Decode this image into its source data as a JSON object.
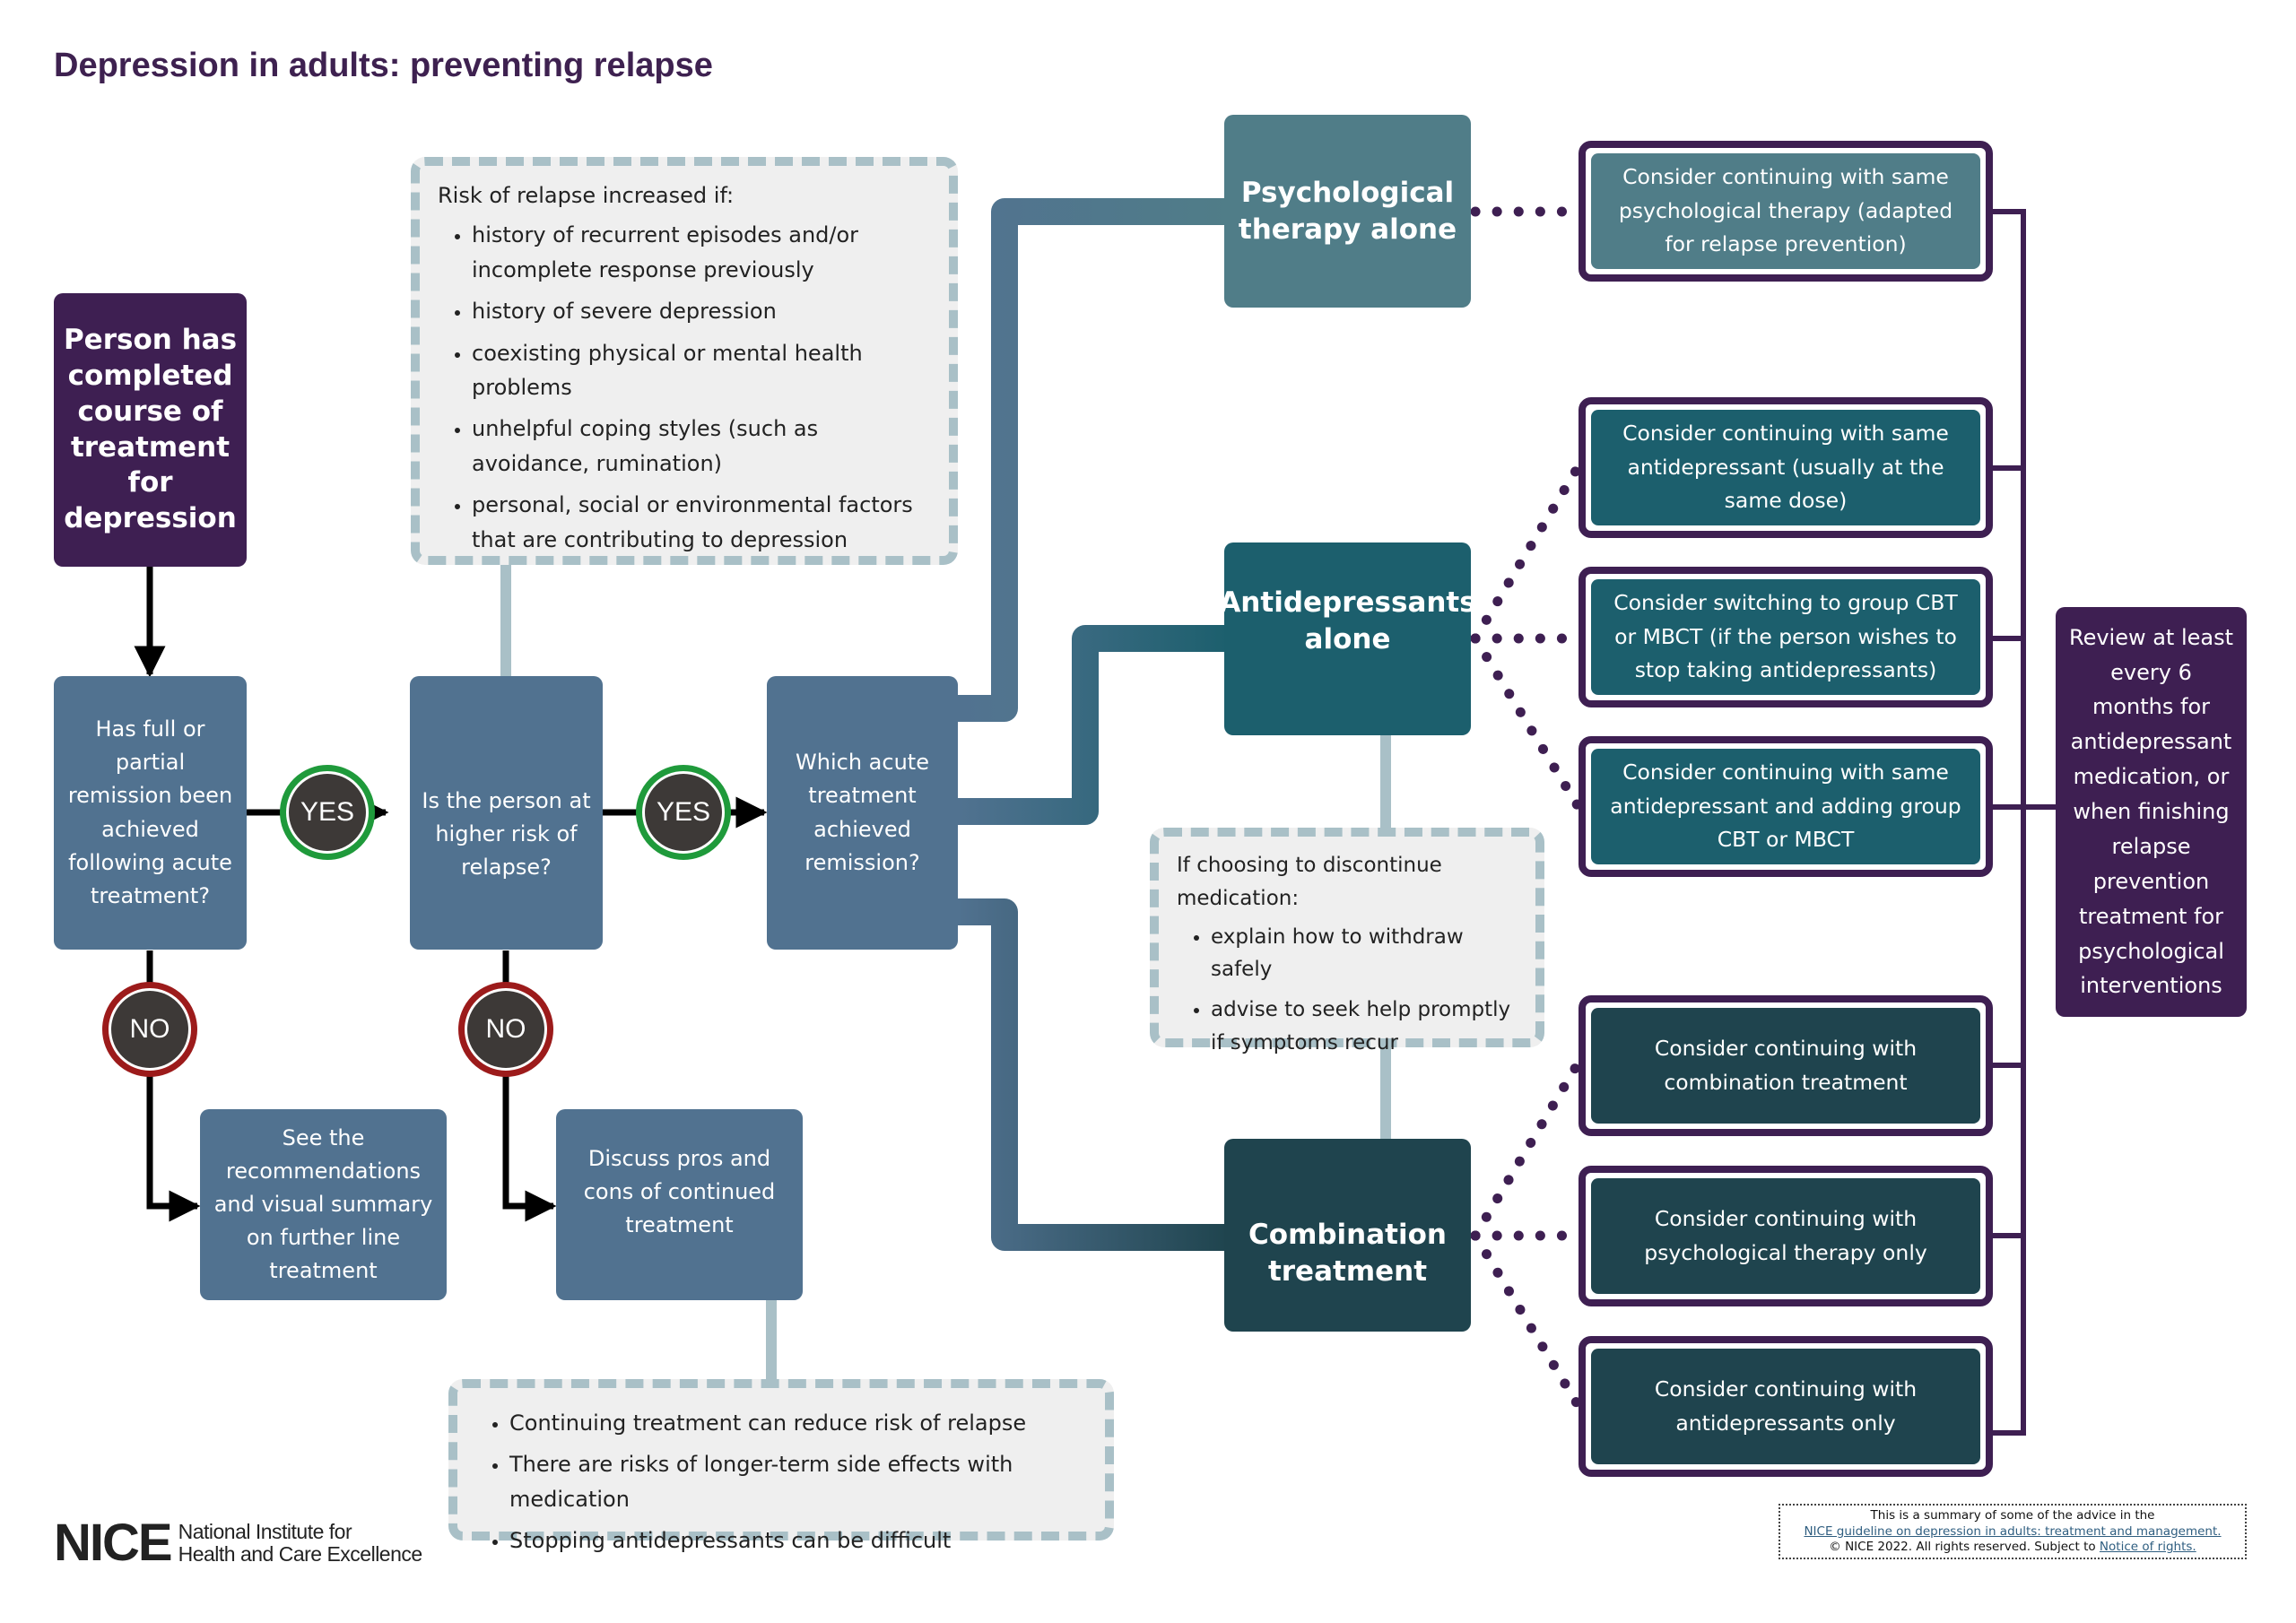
{
  "title": "Depression in adults: preventing relapse",
  "colors": {
    "title": "#3e2150",
    "purple": "#3e1f52",
    "slate_blue": "#517290",
    "teal_light": "#507d88",
    "teal_mid": "#1c5f6d",
    "teal_dark": "#1f444e",
    "yes_ring": "#1f9a3b",
    "no_ring": "#9c1b1b",
    "note_border": "#a9c0c7"
  },
  "start": "Person has completed course of treatment for depression",
  "decisions": {
    "remission": "Has full or partial remission been achieved following acute treatment?",
    "higher_risk": "Is the person at higher risk of relapse?",
    "which_treatment": "Which acute treatment achieved remission?"
  },
  "badges": {
    "yes": "YES",
    "no": "NO"
  },
  "no_outcomes": {
    "further_line": "See the recommendations and visual summary on further line treatment",
    "discuss": "Discuss pros and cons of continued treatment"
  },
  "risk_note": {
    "heading": "Risk of relapse increased if:",
    "items": [
      "history of recurrent episodes and/or incomplete response previously",
      "history of severe depression",
      "coexisting physical or mental health problems",
      "unhelpful coping styles (such as avoidance, rumination)",
      "personal, social or environmental factors that are contributing to depression"
    ]
  },
  "discuss_note": {
    "items": [
      "Continuing treatment can reduce risk of relapse",
      "There are risks of longer-term side effects with medication",
      "Stopping antidepressants can be difficult"
    ]
  },
  "treatments": {
    "psych": "Psychological therapy alone",
    "antidep": "Antidepressants alone",
    "combo": "Combination treatment"
  },
  "discontinue_note": {
    "heading": "If choosing to discontinue medication:",
    "items": [
      "explain how to withdraw safely",
      "advise to seek help promptly if symptoms recur"
    ]
  },
  "outcomes": {
    "psych": [
      "Consider continuing with same psychological therapy (adapted for relapse prevention)"
    ],
    "antidep": [
      "Consider continuing with same antidepressant (usually at the same dose)",
      "Consider switching to group CBT or MBCT (if the person wishes to stop taking antidepressants)",
      "Consider continuing with same antidepressant and adding group CBT or MBCT"
    ],
    "combo": [
      "Consider  continuing with combination treatment",
      "Consider continuing with psychological therapy only",
      "Consider continuing with antidepressants only"
    ]
  },
  "review": "Review at least every 6 months for antidepressant medication, or when finishing relapse prevention treatment for psychological interventions",
  "logo": {
    "acronym": "NICE",
    "line1": "National Institute for",
    "line2": "Health and Care Excellence"
  },
  "footer": {
    "line1": "This is a summary of some of the advice in the",
    "link1": "NICE guideline on depression in adults: treatment and management.",
    "line3_prefix": "© NICE 2022. All rights reserved. Subject to ",
    "link2": "Notice of rights."
  }
}
